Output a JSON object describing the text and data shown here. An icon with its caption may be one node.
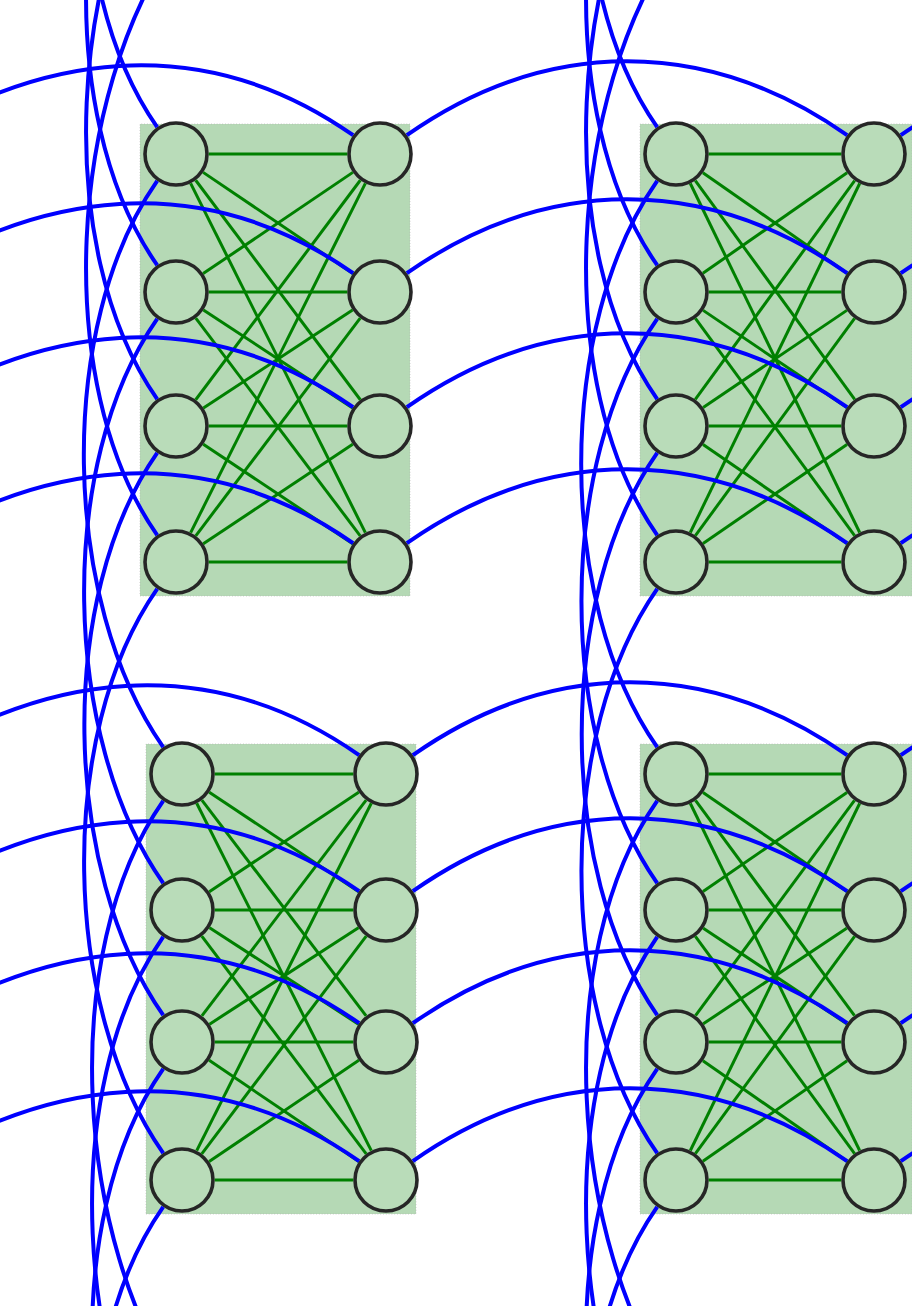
{
  "diagram": {
    "nodes": [
      {
        "text": [],
        "shape": "box"
      },
      {
        "text": [],
        "shape": "circle",
        "in": 0
      },
      {
        "text": [],
        "shape": "circle",
        "in": 0
      },
      {
        "text": [],
        "shape": "circle",
        "in": 0
      },
      {
        "text": [],
        "shape": "circle",
        "in": 0
      },
      {
        "text": [],
        "shape": "circle",
        "in": 0
      },
      {
        "text": [],
        "shape": "circle",
        "in": 0
      },
      {
        "text": [],
        "shape": "circle",
        "in": 0
      },
      {
        "text": [],
        "shape": "circle",
        "in": 0
      },
      {
        "text": [],
        "shape": "box"
      },
      {
        "text": [],
        "shape": "circle",
        "in": 9
      },
      {
        "text": [],
        "shape": "circle",
        "in": 9
      },
      {
        "text": [],
        "shape": "circle",
        "in": 9
      },
      {
        "text": [],
        "shape": "circle",
        "in": 9
      },
      {
        "text": [],
        "shape": "circle",
        "in": 9
      },
      {
        "text": [],
        "shape": "circle",
        "in": 9
      },
      {
        "text": [],
        "shape": "circle",
        "in": 9
      },
      {
        "text": [],
        "shape": "circle",
        "in": 9
      },
      {
        "text": [],
        "shape": "box"
      },
      {
        "text": [],
        "shape": "circle",
        "in": 18
      },
      {
        "text": [],
        "shape": "circle",
        "in": 18
      },
      {
        "text": [],
        "shape": "circle",
        "in": 18
      },
      {
        "text": [],
        "shape": "circle",
        "in": 18
      },
      {
        "text": [],
        "shape": "circle",
        "in": 18
      },
      {
        "text": [],
        "shape": "circle",
        "in": 18
      },
      {
        "text": [],
        "shape": "circle",
        "in": 18
      },
      {
        "text": [],
        "shape": "circle",
        "in": 18
      },
      {
        "text": [],
        "shape": "box"
      },
      {
        "text": [],
        "shape": "circle",
        "in": 27
      },
      {
        "text": [],
        "shape": "circle",
        "in": 27
      },
      {
        "text": [],
        "shape": "circle",
        "in": 27
      },
      {
        "text": [],
        "shape": "circle",
        "in": 27
      },
      {
        "text": [],
        "shape": "circle",
        "in": 27
      },
      {
        "text": [],
        "shape": "circle",
        "in": 27
      },
      {
        "text": [],
        "shape": "circle",
        "in": 27
      },
      {
        "text": [],
        "shape": "circle",
        "in": 27
      }
    ],
    "edges": [
      {
        "from": 1,
        "to": 5,
        "arrow": "none"
      },
      {
        "from": 1,
        "to": 6,
        "arrow": "none"
      },
      {
        "from": 1,
        "to": 7,
        "arrow": "none"
      },
      {
        "from": 1,
        "to": 8,
        "arrow": "none"
      },
      {
        "from": 2,
        "to": 5,
        "arrow": "none"
      },
      {
        "from": 2,
        "to": 6,
        "arrow": "none"
      },
      {
        "from": 2,
        "to": 7,
        "arrow": "none"
      },
      {
        "from": 2,
        "to": 8,
        "arrow": "none"
      },
      {
        "from": 3,
        "to": 5,
        "arrow": "none"
      },
      {
        "from": 3,
        "to": 6,
        "arrow": "none"
      },
      {
        "from": 3,
        "to": 7,
        "arrow": "none"
      },
      {
        "from": 3,
        "to": 8,
        "arrow": "none"
      },
      {
        "from": 4,
        "to": 5,
        "arrow": "none"
      },
      {
        "from": 4,
        "to": 6,
        "arrow": "none"
      },
      {
        "from": 4,
        "to": 7,
        "arrow": "none"
      },
      {
        "from": 4,
        "to": 8,
        "arrow": "none"
      },
      {
        "from": 10,
        "to": 14,
        "arrow": "none"
      },
      {
        "from": 10,
        "to": 15,
        "arrow": "none"
      },
      {
        "from": 10,
        "to": 16,
        "arrow": "none"
      },
      {
        "from": 10,
        "to": 17,
        "arrow": "none"
      },
      {
        "from": 11,
        "to": 14,
        "arrow": "none"
      },
      {
        "from": 11,
        "to": 15,
        "arrow": "none"
      },
      {
        "from": 11,
        "to": 16,
        "arrow": "none"
      },
      {
        "from": 11,
        "to": 17,
        "arrow": "none"
      },
      {
        "from": 12,
        "to": 14,
        "arrow": "none"
      },
      {
        "from": 12,
        "to": 15,
        "arrow": "none"
      },
      {
        "from": 12,
        "to": 16,
        "arrow": "none"
      },
      {
        "from": 12,
        "to": 17,
        "arrow": "none"
      },
      {
        "from": 13,
        "to": 14,
        "arrow": "none"
      },
      {
        "from": 13,
        "to": 15,
        "arrow": "none"
      },
      {
        "from": 13,
        "to": 16,
        "arrow": "none"
      },
      {
        "from": 13,
        "to": 17,
        "arrow": "none"
      },
      {
        "from": 19,
        "to": 23,
        "arrow": "none"
      },
      {
        "from": 19,
        "to": 24,
        "arrow": "none"
      },
      {
        "from": 19,
        "to": 25,
        "arrow": "none"
      },
      {
        "from": 19,
        "to": 26,
        "arrow": "none"
      },
      {
        "from": 20,
        "to": 23,
        "arrow": "none"
      },
      {
        "from": 20,
        "to": 24,
        "arrow": "none"
      },
      {
        "from": 20,
        "to": 25,
        "arrow": "none"
      },
      {
        "from": 20,
        "to": 26,
        "arrow": "none"
      },
      {
        "from": 21,
        "to": 23,
        "arrow": "none"
      },
      {
        "from": 21,
        "to": 24,
        "arrow": "none"
      },
      {
        "from": 21,
        "to": 25,
        "arrow": "none"
      },
      {
        "from": 21,
        "to": 26,
        "arrow": "none"
      },
      {
        "from": 22,
        "to": 23,
        "arrow": "none"
      },
      {
        "from": 22,
        "to": 24,
        "arrow": "none"
      },
      {
        "from": 22,
        "to": 25,
        "arrow": "none"
      },
      {
        "from": 22,
        "to": 26,
        "arrow": "none"
      },
      {
        "from": 28,
        "to": 32,
        "arrow": "none"
      },
      {
        "from": 28,
        "to": 33,
        "arrow": "none"
      },
      {
        "from": 28,
        "to": 34,
        "arrow": "none"
      },
      {
        "from": 28,
        "to": 35,
        "arrow": "none"
      },
      {
        "from": 29,
        "to": 32,
        "arrow": "none"
      },
      {
        "from": 29,
        "to": 33,
        "arrow": "none"
      },
      {
        "from": 29,
        "to": 34,
        "arrow": "none"
      },
      {
        "from": 29,
        "to": 35,
        "arrow": "none"
      },
      {
        "from": 30,
        "to": 32,
        "arrow": "none"
      },
      {
        "from": 30,
        "to": 33,
        "arrow": "none"
      },
      {
        "from": 30,
        "to": 34,
        "arrow": "none"
      },
      {
        "from": 30,
        "to": 35,
        "arrow": "none"
      },
      {
        "from": 31,
        "to": 32,
        "arrow": "none"
      },
      {
        "from": 31,
        "to": 33,
        "arrow": "none"
      },
      {
        "from": 31,
        "to": 34,
        "arrow": "none"
      },
      {
        "from": 31,
        "to": 35,
        "arrow": "none"
      },
      {
        "from": null,
        "to": 5,
        "arrow": "none",
        "color": "#0000ff"
      },
      {
        "from": null,
        "to": 6,
        "arrow": "none",
        "color": "#0000ff"
      },
      {
        "from": null,
        "to": 7,
        "arrow": "none",
        "color": "#0000ff"
      },
      {
        "from": null,
        "to": 8,
        "arrow": "none",
        "color": "#0000ff"
      },
      {
        "from": 5,
        "to": 14,
        "arrow": "none",
        "color": "#0000ff"
      },
      {
        "from": 6,
        "to": 15,
        "arrow": "none",
        "color": "#0000ff"
      },
      {
        "from": 7,
        "to": 16,
        "arrow": "none",
        "color": "#0000ff"
      },
      {
        "from": 8,
        "to": 17,
        "arrow": "none",
        "color": "#0000ff"
      },
      {
        "from": 14,
        "to": null,
        "arrow": "none",
        "color": "#0000ff"
      },
      {
        "from": 15,
        "to": null,
        "arrow": "none",
        "color": "#0000ff"
      },
      {
        "from": 16,
        "to": null,
        "arrow": "none",
        "color": "#0000ff"
      },
      {
        "from": 17,
        "to": null,
        "arrow": "none",
        "color": "#0000ff"
      },
      {
        "from": null,
        "to": 23,
        "arrow": "none",
        "color": "#0000ff"
      },
      {
        "from": null,
        "to": 24,
        "arrow": "none",
        "color": "#0000ff"
      },
      {
        "from": null,
        "to": 25,
        "arrow": "none",
        "color": "#0000ff"
      },
      {
        "from": null,
        "to": 26,
        "arrow": "none",
        "color": "#0000ff"
      },
      {
        "from": 23,
        "to": 32,
        "arrow": "none",
        "color": "#0000ff"
      },
      {
        "from": 24,
        "to": 33,
        "arrow": "none",
        "color": "#0000ff"
      },
      {
        "from": 25,
        "to": 34,
        "arrow": "none",
        "color": "#0000ff"
      },
      {
        "from": 26,
        "to": 35,
        "arrow": "none",
        "color": "#0000ff"
      },
      {
        "from": 32,
        "to": null,
        "arrow": "none",
        "color": "#0000ff"
      },
      {
        "from": 33,
        "to": null,
        "arrow": "none",
        "color": "#0000ff"
      },
      {
        "from": 34,
        "to": null,
        "arrow": "none",
        "color": "#0000ff"
      },
      {
        "from": 35,
        "to": null,
        "arrow": "none",
        "color": "#0000ff"
      },
      {
        "from": null,
        "to": 1,
        "arrow": "none",
        "color": "#0000ff"
      },
      {
        "from": null,
        "to": 2,
        "arrow": "none",
        "color": "#0000ff"
      },
      {
        "from": null,
        "to": 3,
        "arrow": "none",
        "color": "#0000ff"
      },
      {
        "from": null,
        "to": 4,
        "arrow": "none",
        "color": "#0000ff"
      },
      {
        "from": null,
        "to": 10,
        "arrow": "none",
        "color": "#0000ff"
      },
      {
        "from": null,
        "to": 11,
        "arrow": "none",
        "color": "#0000ff"
      },
      {
        "from": null,
        "to": 12,
        "arrow": "none",
        "color": "#0000ff"
      },
      {
        "from": null,
        "to": 13,
        "arrow": "none",
        "color": "#0000ff"
      },
      {
        "from": 1,
        "to": 19,
        "arrow": "none",
        "color": "#0000ff"
      },
      {
        "from": 2,
        "to": 20,
        "arrow": "none",
        "color": "#0000ff"
      },
      {
        "from": 3,
        "to": 21,
        "arrow": "none",
        "color": "#0000ff"
      },
      {
        "from": 4,
        "to": 22,
        "arrow": "none",
        "color": "#0000ff"
      },
      {
        "from": 10,
        "to": 28,
        "arrow": "none",
        "color": "#0000ff"
      },
      {
        "from": 11,
        "to": 29,
        "arrow": "none",
        "color": "#0000ff"
      },
      {
        "from": 12,
        "to": 30,
        "arrow": "none",
        "color": "#0000ff"
      },
      {
        "from": 13,
        "to": 31,
        "arrow": "none",
        "color": "#0000ff"
      },
      {
        "from": 19,
        "to": null,
        "arrow": "none",
        "color": "#0000ff"
      },
      {
        "from": 20,
        "to": null,
        "arrow": "none",
        "color": "#0000ff"
      },
      {
        "from": 21,
        "to": null,
        "arrow": "none",
        "color": "#0000ff"
      },
      {
        "from": 22,
        "to": null,
        "arrow": "none",
        "color": "#0000ff"
      },
      {
        "from": 28,
        "to": null,
        "arrow": "none",
        "color": "#0000ff"
      },
      {
        "from": 29,
        "to": null,
        "arrow": "none",
        "color": "#0000ff"
      },
      {
        "from": 30,
        "to": null,
        "arrow": "none",
        "color": "#0000ff"
      },
      {
        "from": 31,
        "to": null,
        "arrow": "none",
        "color": "#0000ff"
      }
    ]
  }
}
